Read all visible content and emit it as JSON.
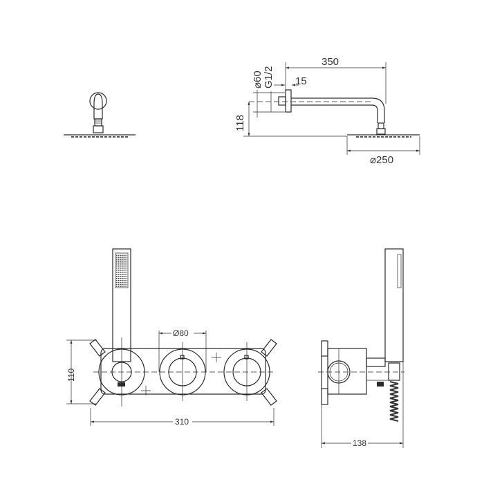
{
  "drawing": {
    "overhead_shower": {
      "arm_length": "350",
      "wall_plate_diameter": "⌀60",
      "thread": "G1/2",
      "plate_depth": "15",
      "height": "118",
      "head_diameter": "⌀250"
    },
    "mixer": {
      "knob_diameter": "Ø80",
      "height": "110",
      "width": "310",
      "depth": "138"
    }
  }
}
